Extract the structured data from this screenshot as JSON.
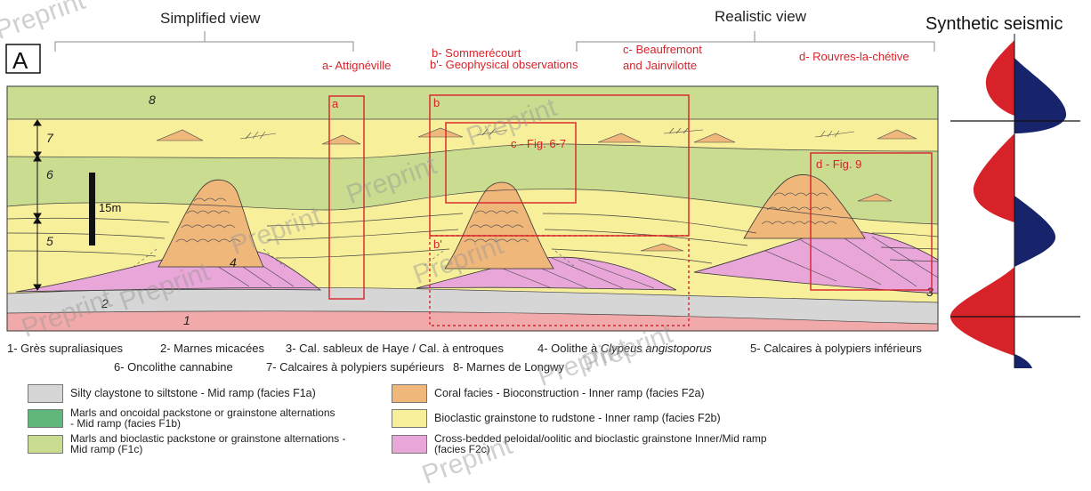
{
  "header": {
    "simplified": "Simplified view",
    "realistic": "Realistic view",
    "seismic": "Synthetic seismic",
    "panel": "A"
  },
  "sites": {
    "a": "a- Attignéville",
    "b1": "b- Sommerécourt",
    "b2": "b'- Geophysical observations",
    "c1": "c- Beaufremont",
    "c2": "and Jainvilotte",
    "d": "d- Rouvres-la-chétive"
  },
  "boxes": {
    "a": "a",
    "b": "b",
    "bprime": "b'",
    "c": "c - Fig. 6-7",
    "d": "d - Fig. 9"
  },
  "units": [
    "1",
    "2",
    "3",
    "4",
    "5",
    "6",
    "7",
    "8"
  ],
  "scale": "15m",
  "formations": {
    "line1": [
      "1- Grès supraliasiques",
      "2- Marnes micacées",
      "3- Cal. sableux de Haye / Cal. à entroques",
      "4- Oolithe à ",
      "Clypeus angistoporus",
      "5- Calcaires à polypiers inférieurs"
    ],
    "line2": [
      "6- Oncolithe cannabine",
      "7- Calcaires à polypiers supérieurs",
      "8- Marnes de Longwy"
    ]
  },
  "facies": [
    {
      "label": "Silty claystone to siltstone - Mid ramp (facies F1a)",
      "color": "#d6d6d6"
    },
    {
      "label": "Marls and oncoidal packstone or grainstone alternations - Mid ramp (facies F1b)",
      "color": "#5fb77a"
    },
    {
      "label": "Marls and bioclastic packstone or grainstone alternations - Mid ramp (F1c)",
      "color": "#c9dc8f"
    },
    {
      "label": "Coral facies - Bioconstruction - Inner ramp (facies F2a)",
      "color": "#f0b77a"
    },
    {
      "label": "Bioclastic grainstone to rudstone - Inner ramp (facies F2b)",
      "color": "#f8ef9b"
    },
    {
      "label": "Cross-bedded peloidal/oolitic and bioclastic grainstone Inner/Mid ramp (facies F2c)",
      "color": "#e9a6d8"
    }
  ],
  "watermark": "Preprint"
}
